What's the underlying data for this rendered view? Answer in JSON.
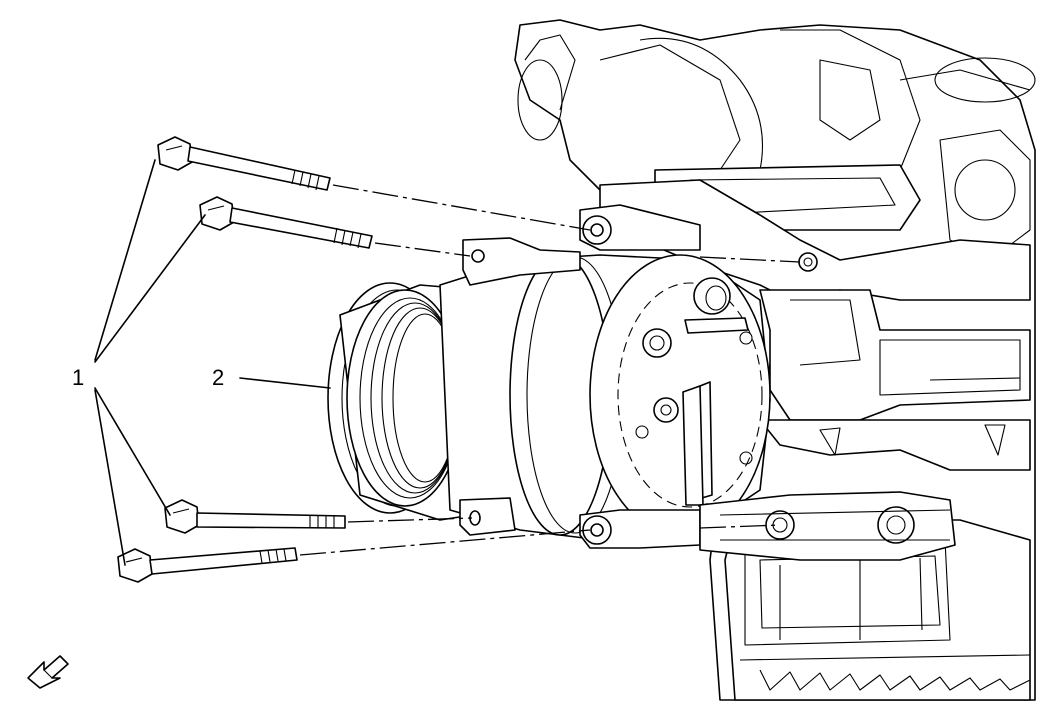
{
  "callouts": [
    {
      "id": "bolts",
      "text": "1"
    },
    {
      "id": "compressor",
      "text": "2"
    }
  ],
  "icons": [
    "front-direction-arrow-icon"
  ]
}
